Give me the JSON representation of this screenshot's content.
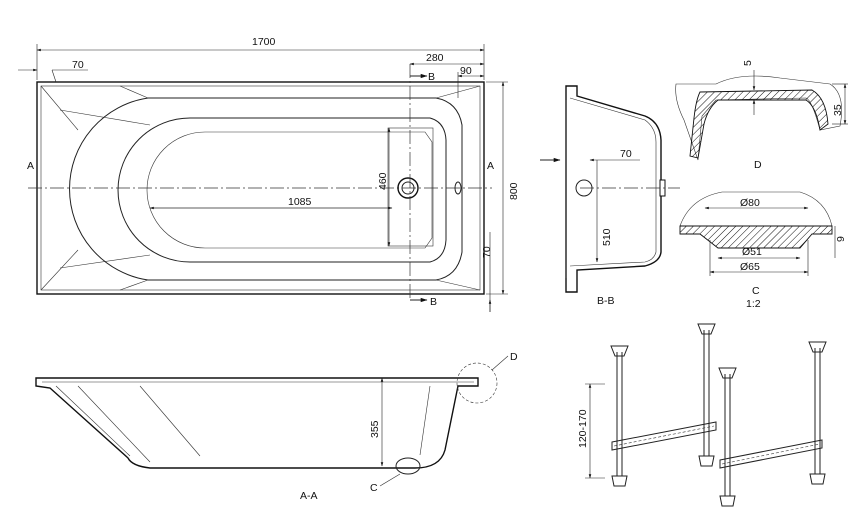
{
  "dimensions": {
    "overall_length": "1700",
    "overall_width": "800",
    "basin_length": "1085",
    "basin_width": "460",
    "end_offset": "70",
    "drain_offset": "280",
    "rim_width": "90",
    "side_offset": "70",
    "bb_offset": "70",
    "bb_depth": "510",
    "d_thickness": "5",
    "d_height": "35",
    "c_diameter_top": "Ø80",
    "c_diameter_mid": "Ø51",
    "c_diameter_bottom": "Ø65",
    "c_height": "9",
    "aa_depth": "355",
    "leg_height": "120-170"
  },
  "labels": {
    "section_a_left": "A",
    "section_a_right": "A",
    "section_b_top": "B",
    "section_b_bottom": "B",
    "view_aa": "A-A",
    "view_bb": "B-B",
    "view_d": "D",
    "view_c": "C",
    "view_c_scale": "1:2",
    "callout_d": "D",
    "callout_c": "C"
  },
  "colors": {
    "line": "#222222",
    "background": "#ffffff"
  }
}
